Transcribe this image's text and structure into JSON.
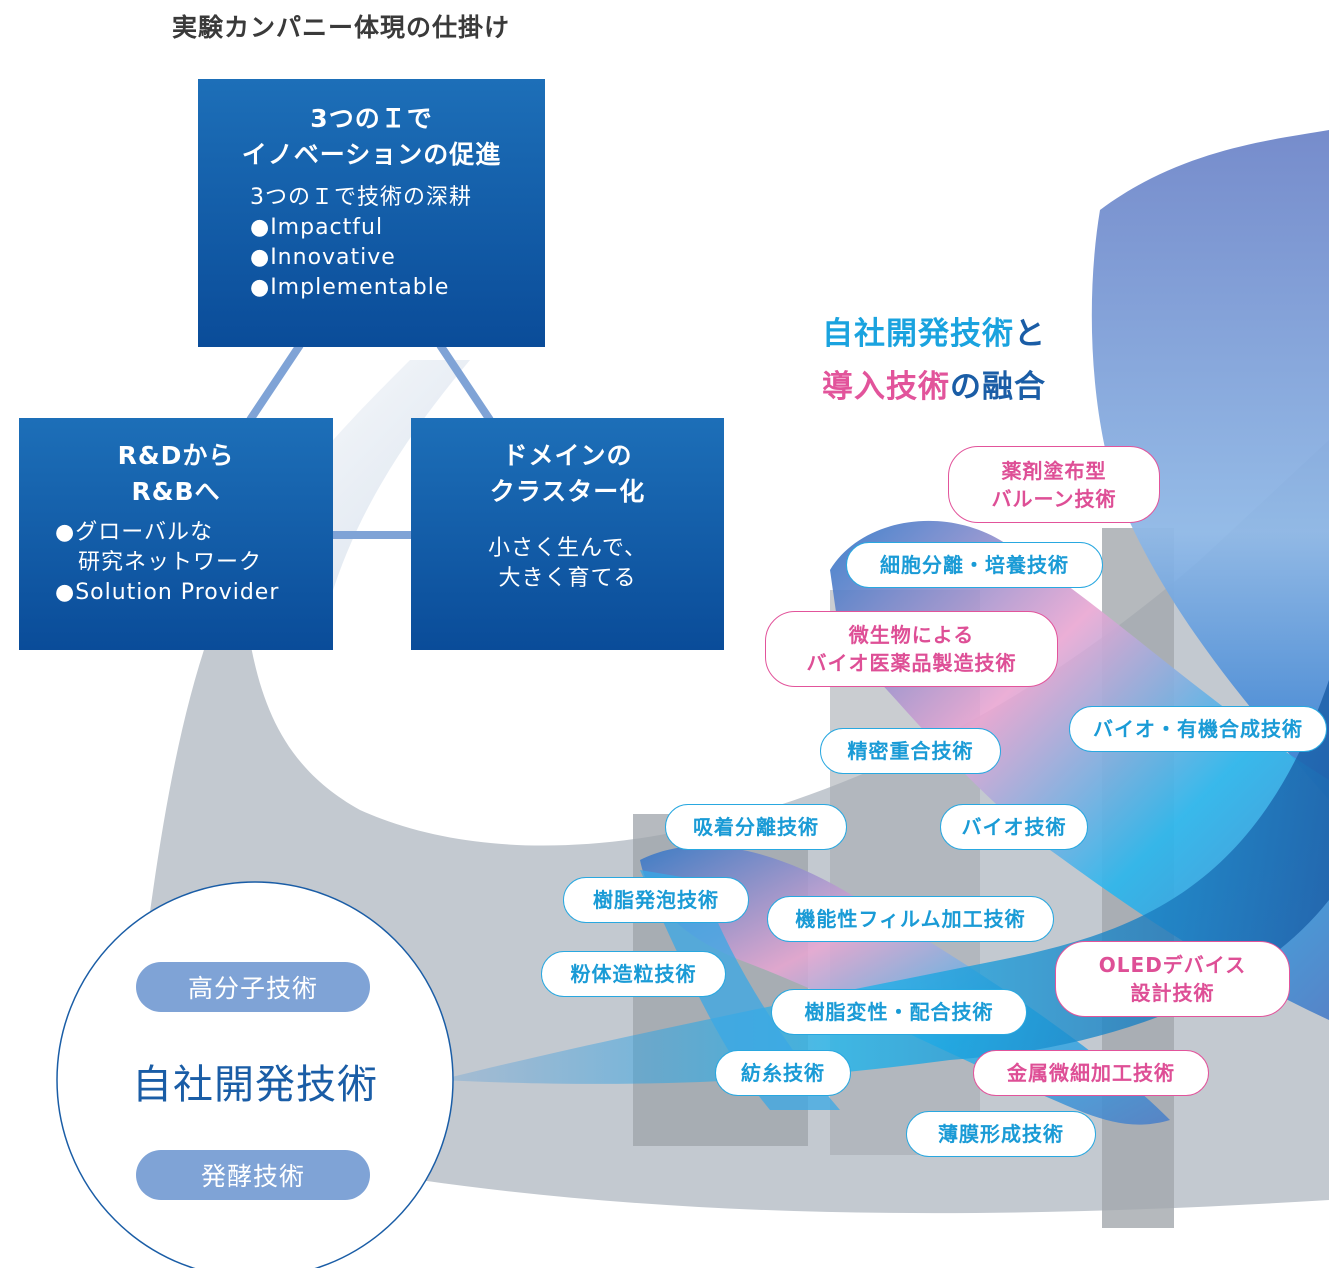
{
  "title": "実験カンパニー体現の仕掛け",
  "box_top": {
    "title_line1": "3つのＩで",
    "title_line2": "イノベーションの促進",
    "sub": "3つのＩで技術の深耕",
    "bullets": [
      "●Impactful",
      "●Innovative",
      "●Implementable"
    ]
  },
  "box_left": {
    "title_line1": "R&Dから",
    "title_line2": "R&Bへ",
    "bullets": [
      "●グローバルな",
      "　研究ネットワーク",
      "●Solution Provider"
    ]
  },
  "box_right": {
    "title_line1": "ドメインの",
    "title_line2": "クラスター化",
    "lines": [
      "小さく生んで、",
      "大きく育てる"
    ]
  },
  "fusion": {
    "part1": "自社開発技術",
    "part2": "と",
    "part3": "導入技術",
    "part4": "の融合"
  },
  "technologies": [
    {
      "id": "balloon",
      "label1": "薬剤塗布型",
      "label2": "バルーン技術",
      "color": "pink"
    },
    {
      "id": "cell",
      "label1": "細胞分離・培養技術",
      "color": "blue"
    },
    {
      "id": "microbe",
      "label1": "微生物による",
      "label2": "バイオ医薬品製造技術",
      "color": "pink"
    },
    {
      "id": "bio-organic",
      "label1": "バイオ・有機合成技術",
      "color": "blue"
    },
    {
      "id": "precision",
      "label1": "精密重合技術",
      "color": "blue"
    },
    {
      "id": "adsorption",
      "label1": "吸着分離技術",
      "color": "blue"
    },
    {
      "id": "bio",
      "label1": "バイオ技術",
      "color": "blue"
    },
    {
      "id": "foam",
      "label1": "樹脂発泡技術",
      "color": "blue"
    },
    {
      "id": "film",
      "label1": "機能性フィルム加工技術",
      "color": "blue"
    },
    {
      "id": "powder",
      "label1": "粉体造粒技術",
      "color": "blue"
    },
    {
      "id": "oled",
      "label1": "OLEDデバイス",
      "label2": "設計技術",
      "color": "pink"
    },
    {
      "id": "resin",
      "label1": "樹脂変性・配合技術",
      "color": "blue"
    },
    {
      "id": "spinning",
      "label1": "紡糸技術",
      "color": "blue"
    },
    {
      "id": "metal",
      "label1": "金属微細加工技術",
      "color": "pink"
    },
    {
      "id": "thinfilm",
      "label1": "薄膜形成技術",
      "color": "blue"
    }
  ],
  "circle": {
    "title": "自社開発技術",
    "pill_top": "高分子技術",
    "pill_bottom": "発酵技術"
  },
  "colors": {
    "box_blue": "#0a4c99",
    "tech_blue": "#29a8e0",
    "tech_pink": "#e2549b",
    "circle_pill": "#7fa3d6"
  }
}
